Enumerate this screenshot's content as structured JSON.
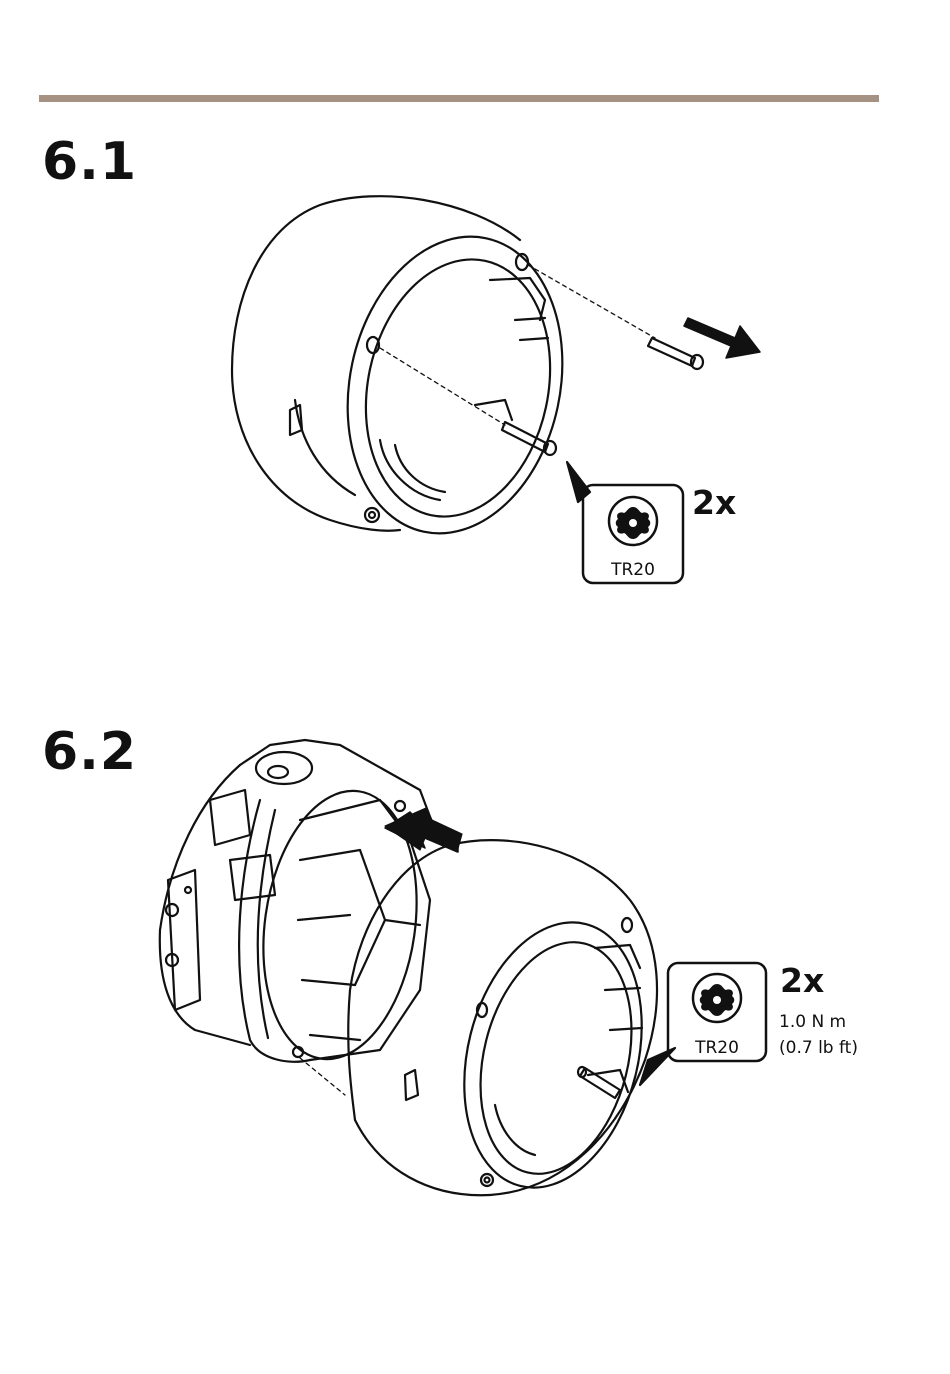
{
  "steps": [
    {
      "number": "6.1",
      "quantity": "2x",
      "tool": "TR20"
    },
    {
      "number": "6.2",
      "quantity": "2x",
      "tool": "TR20",
      "torque_nm": "1.0 N m",
      "torque_lbft": "(0.7 lb ft)"
    }
  ],
  "icons": [
    "torx-bit-icon",
    "arrow-out-icon",
    "arrow-in-icon",
    "screw-icon"
  ],
  "colors": {
    "rule": "#a59283",
    "ink": "#111111"
  }
}
